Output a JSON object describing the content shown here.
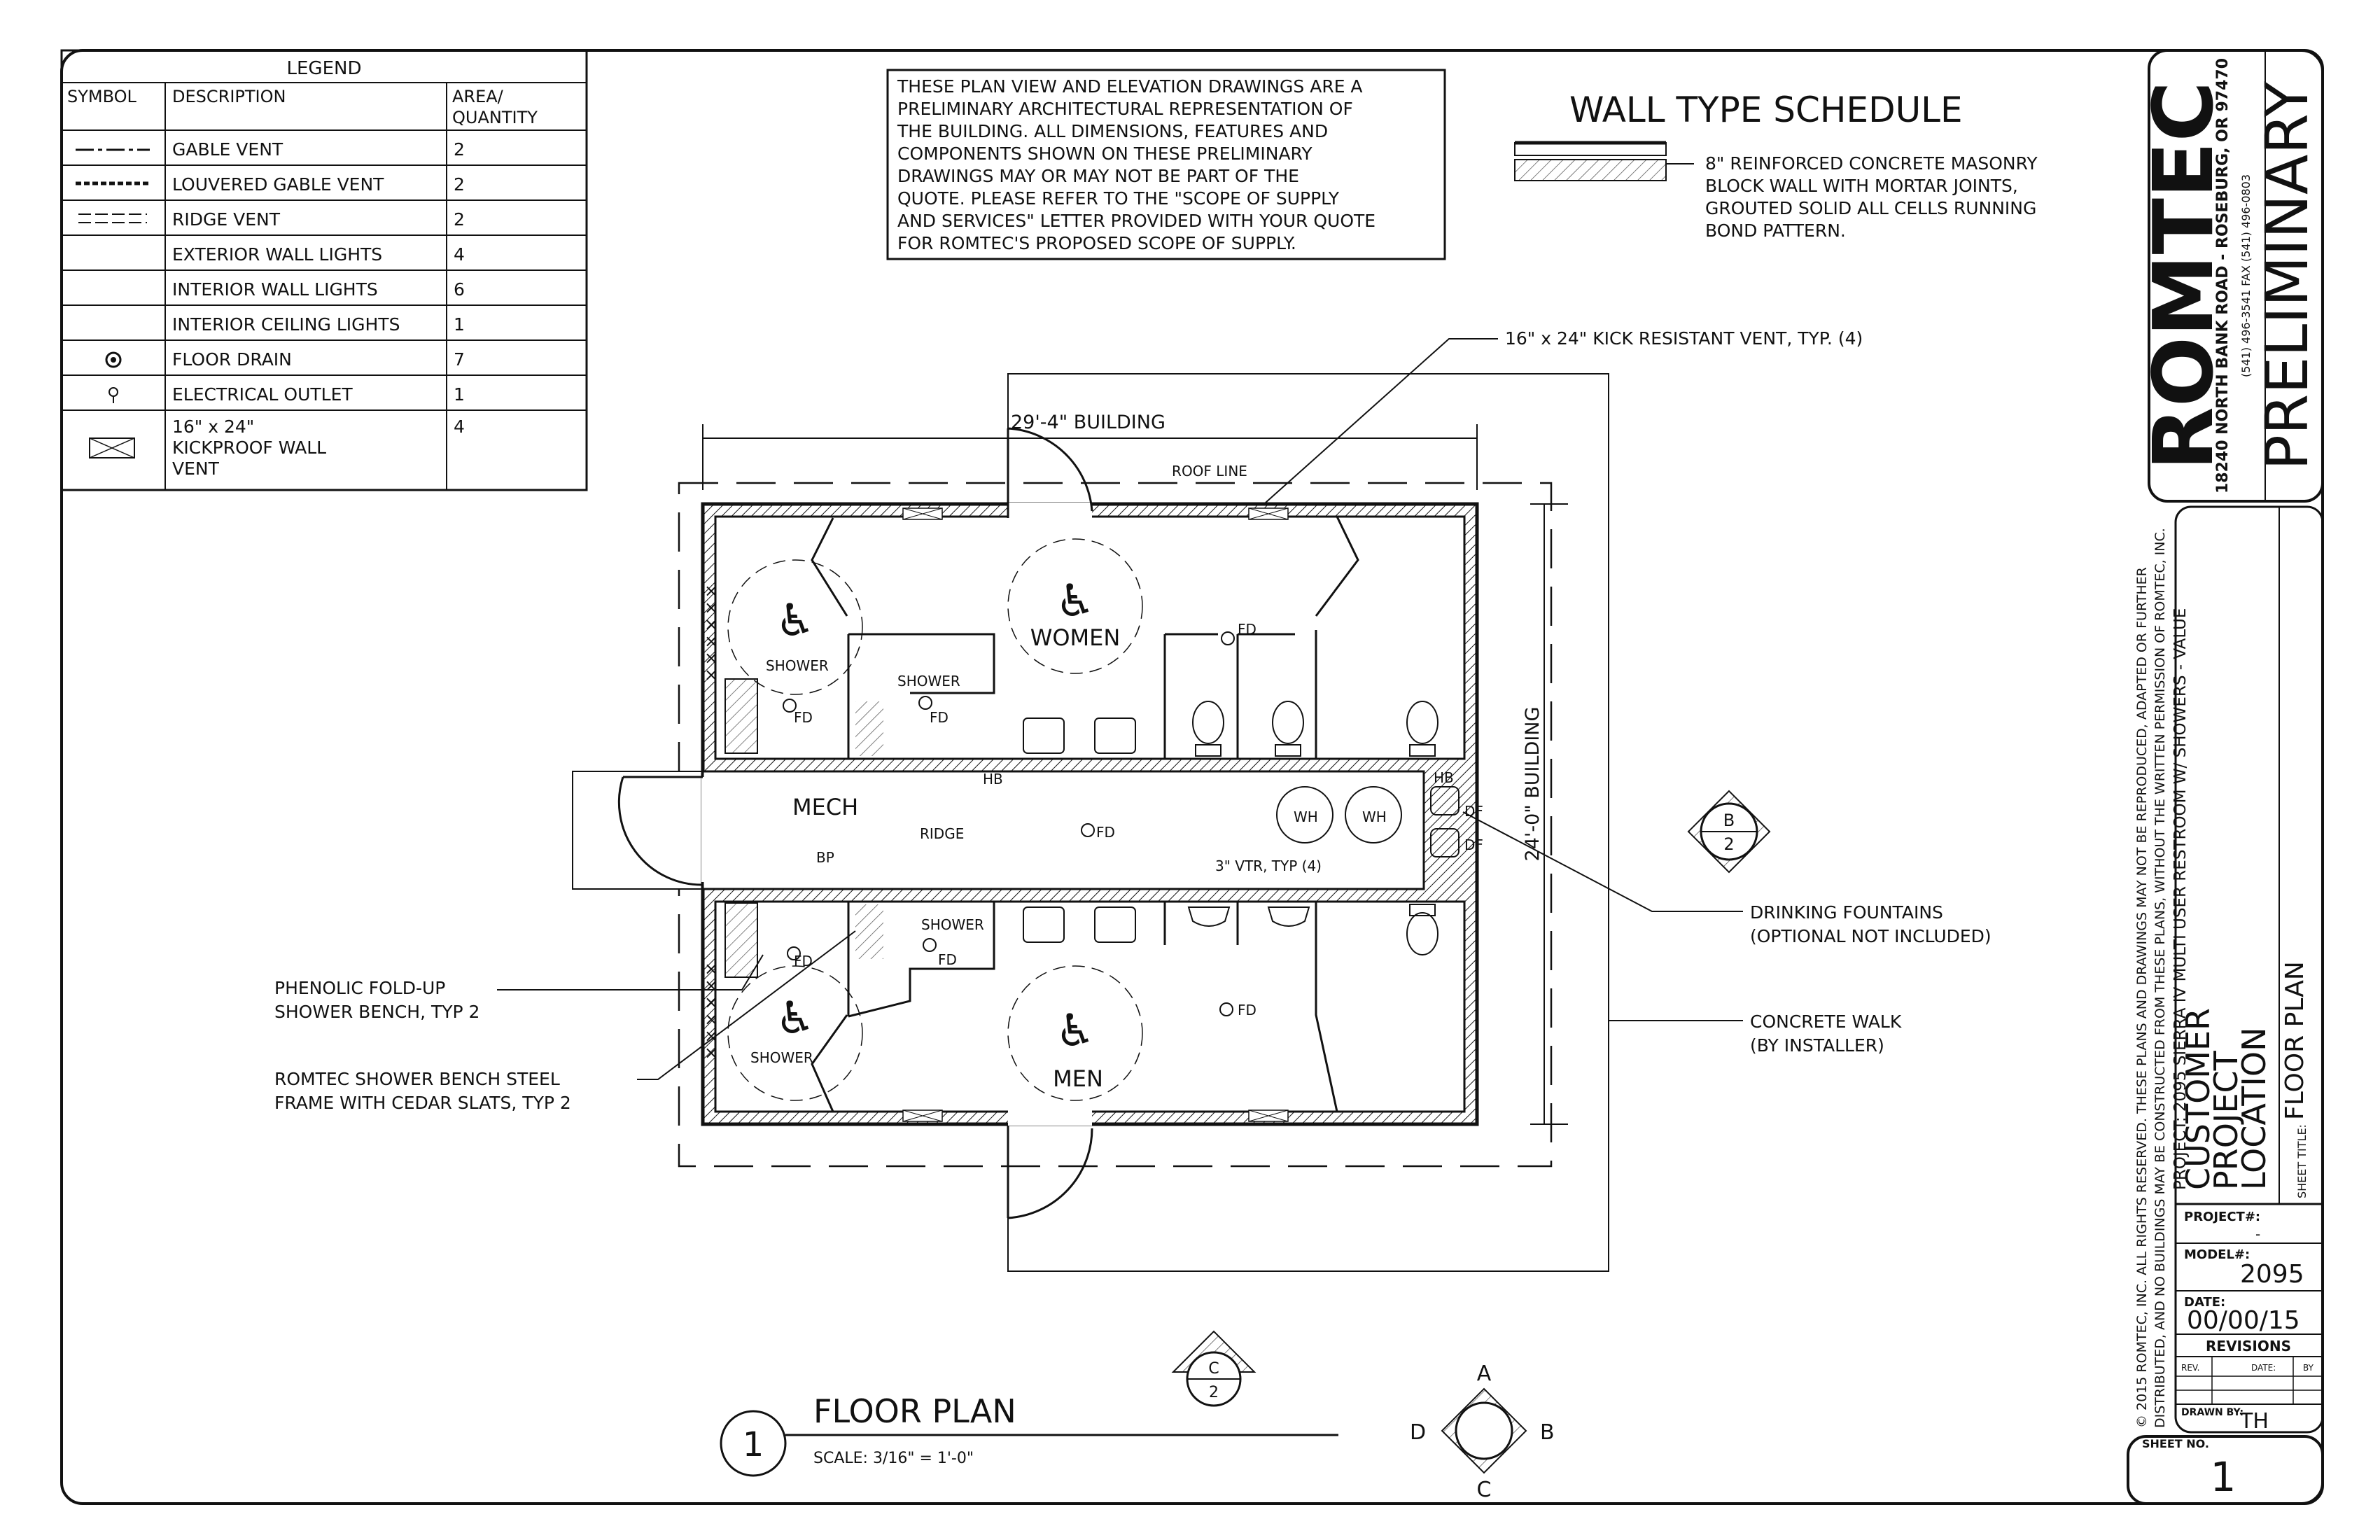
{
  "legend": {
    "title": "LEGEND",
    "columns": [
      "SYMBOL",
      "DESCRIPTION",
      "AREA/",
      "QUANTITY"
    ],
    "rows": [
      {
        "symbol": "gable-vent-symbol",
        "description": "GABLE VENT",
        "qty": "2"
      },
      {
        "symbol": "louvered-gable-vent-symbol",
        "description": "LOUVERED GABLE VENT",
        "qty": "2"
      },
      {
        "symbol": "ridge-vent-symbol",
        "description": "RIDGE VENT",
        "qty": "2"
      },
      {
        "symbol": "",
        "description": "EXTERIOR WALL LIGHTS",
        "qty": "4"
      },
      {
        "symbol": "",
        "description": "INTERIOR WALL LIGHTS",
        "qty": "6"
      },
      {
        "symbol": "",
        "description": "INTERIOR CEILING LIGHTS",
        "qty": "1"
      },
      {
        "symbol": "floor-drain-symbol",
        "description": "FLOOR DRAIN",
        "qty": "7"
      },
      {
        "symbol": "electrical-outlet-symbol",
        "description": "ELECTRICAL OUTLET",
        "qty": "1"
      },
      {
        "symbol": "kickproof-vent-symbol",
        "description_lines": [
          "16\" x 24\"",
          "KICKPROOF WALL",
          "VENT"
        ],
        "qty": "4"
      }
    ]
  },
  "notice": {
    "lines": [
      "THESE PLAN VIEW AND ELEVATION DRAWINGS ARE A",
      "PRELIMINARY ARCHITECTURAL REPRESENTATION OF",
      "THE BUILDING. ALL DIMENSIONS, FEATURES AND",
      "COMPONENTS SHOWN ON THESE PRELIMINARY",
      "DRAWINGS MAY OR MAY NOT BE PART OF THE",
      "QUOTE. PLEASE REFER TO THE \"SCOPE OF SUPPLY",
      "AND SERVICES\" LETTER PROVIDED WITH YOUR QUOTE",
      "FOR ROMTEC'S PROPOSED SCOPE OF SUPPLY."
    ]
  },
  "wall_schedule": {
    "title": "WALL TYPE SCHEDULE",
    "lines": [
      "8\" REINFORCED CONCRETE MASONRY",
      "BLOCK WALL WITH MORTAR JOINTS,",
      "GROUTED SOLID ALL CELLS RUNNING",
      "BOND PATTERN."
    ]
  },
  "plan": {
    "callout_vent": "16\" x 24\" KICK RESISTANT VENT, TYP. (4)",
    "dim_width": "29'-4\" BUILDING",
    "dim_depth": "24'-0\" BUILDING",
    "roof_line": "ROOF LINE",
    "women": "WOMEN",
    "men": "MEN",
    "mech": "MECH",
    "shower": "SHOWER",
    "fd": "FD",
    "hb": "HB",
    "ridge": "RIDGE",
    "bp": "BP",
    "vtr": "3\" VTR, TYP (4)",
    "wh": "WH",
    "df": "DF",
    "note_fountains": [
      "DRINKING FOUNTAINS",
      "(OPTIONAL NOT INCLUDED)"
    ],
    "note_walk": [
      "CONCRETE WALK",
      "(BY INSTALLER)"
    ],
    "note_bench": [
      "PHENOLIC FOLD-UP",
      "SHOWER BENCH, TYP 2"
    ],
    "note_frame": [
      "ROMTEC SHOWER BENCH STEEL",
      "FRAME WITH CEDAR SLATS, TYP 2"
    ],
    "elev_marker_b": [
      "B",
      "2"
    ],
    "elev_marker_c": [
      "C",
      "2"
    ]
  },
  "title_block_drawing": {
    "number": "1",
    "title": "FLOOR PLAN",
    "scale": "SCALE: 3/16\" = 1'-0\""
  },
  "compass": {
    "a": "A",
    "b": "B",
    "c": "C",
    "d": "D"
  },
  "company": {
    "name": "ROMTEC",
    "address": "18240 NORTH BANK ROAD - ROSEBURG, OR 97470",
    "phone": "(541) 496-3541     FAX (541) 496-0803",
    "stamp": "PRELIMINARY"
  },
  "sheet": {
    "copyright_lines": [
      "© 2015 ROMTEC, INC. ALL RIGHTS RESERVED. THESE PLANS AND DRAWINGS MAY NOT BE REPRODUCED, ADAPTED OR FURTHER",
      "DISTRIBUTED, AND NO BUILDINGS MAY BE CONSTRUCTED FROM THESE PLANS, WITHOUT THE WRITTEN PERMISSION OF ROMTEC, INC."
    ],
    "project_line": "PROJECT: 2095 SIERRA IV MULTI USER RESTROOM W/ SHOWERS - VALUE",
    "customer": "CUSTOMER",
    "project": "PROJECT",
    "location": "LOCATION",
    "sheet_title_label": "SHEET TITLE:",
    "sheet_title": "FLOOR PLAN",
    "project_no_label": "PROJECT#:",
    "project_no": "-",
    "model_label": "MODEL#:",
    "model": "2095",
    "date_label": "DATE:",
    "date": "00/00/15",
    "revisions_label": "REVISIONS",
    "rev_cols": [
      "REV.",
      "DATE:",
      "BY"
    ],
    "drawn_by_label": "DRAWN BY:",
    "drawn_by": "TH",
    "sheet_no_label": "SHEET NO.",
    "sheet_no": "1"
  }
}
